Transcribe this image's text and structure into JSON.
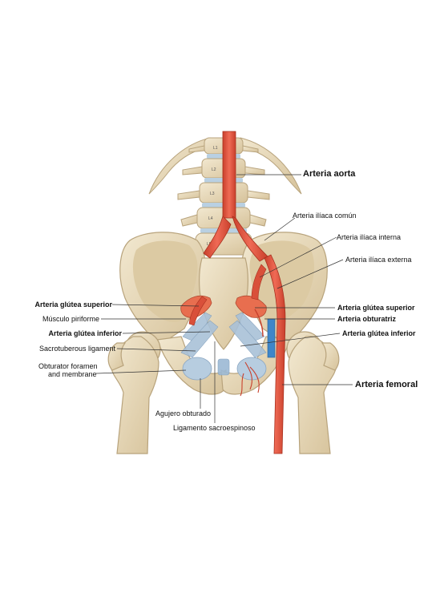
{
  "figure": {
    "colors": {
      "bone": "#e8dcc0",
      "bone_shadow": "#c9b48c",
      "artery": "#e0533f",
      "artery_dark": "#b83624",
      "vein": "#3f86c9",
      "ligament": "#a9c1d8",
      "leader": "#333333"
    },
    "vertebra_markers": [
      "L1",
      "L2",
      "L3",
      "L4",
      "L5"
    ],
    "labels": {
      "arteria_aorta": "Arteria aorta",
      "arteria_iliaca_comun": "Arteria ilíaca común",
      "arteria_iliaca_interna": "Arteria ilíaca interna",
      "arteria_iliaca_externa": "Arteria ilíaca externa",
      "arteria_glutea_superior_left": "Arteria glútea superior",
      "musculo_piriforme": "Músculo piriforme",
      "arteria_glutea_inferior_left": "Arteria glútea inferior",
      "sacrotuberous_ligament": "Sacrotuberous ligament",
      "obturator_foramen_line1": "Obturator foramen",
      "obturator_foramen_line2": "and membrane",
      "arteria_glutea_superior_right": "Arteria glútea superior",
      "arteria_obturatriz": "Arteria obturatriz",
      "arteria_glutea_inferior_right": "Arteria glútea inferior",
      "arteria_femoral": "Arteria femoral",
      "agujero_obturado": "Agujero obturado",
      "ligamento_sacroespinoso": "Ligamento sacroespinoso"
    }
  }
}
